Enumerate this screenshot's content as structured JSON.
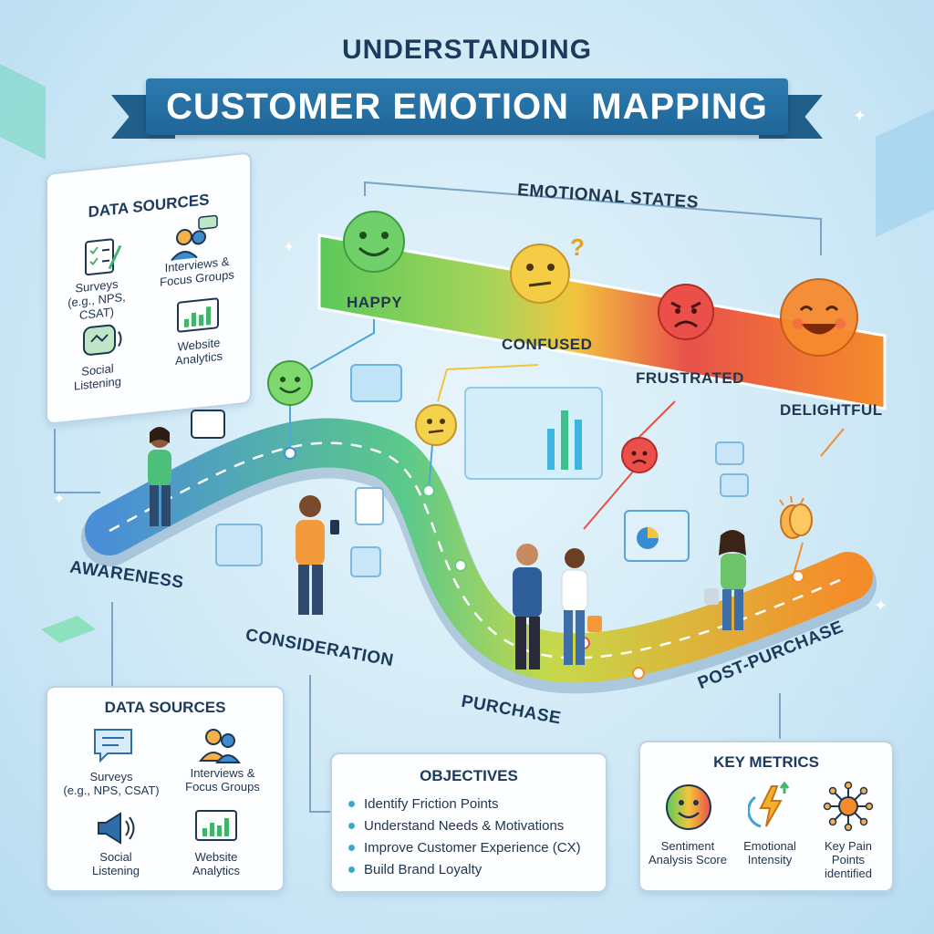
{
  "title": {
    "subtitle": "UNDERSTANDING",
    "main": "CUSTOMER EMOTION  MAPPING"
  },
  "emotional_states": {
    "heading": "EMOTIONAL STATES",
    "states": [
      "HAPPY",
      "CONFUSED",
      "FRUSTRATED",
      "DELIGHTFUL"
    ]
  },
  "data_sources_top": {
    "heading": "DATA SOURCES",
    "items": [
      {
        "label": "Surveys\n(e.g., NPS, CSAT)",
        "icon": "survey-clipboard-icon"
      },
      {
        "label": "Interviews &\nFocus Groups",
        "icon": "people-chat-icon"
      },
      {
        "label": "Social\nListening",
        "icon": "social-listening-icon"
      },
      {
        "label": "Website\nAnalytics",
        "icon": "analytics-chart-icon"
      }
    ]
  },
  "stages": [
    "AWARENESS",
    "CONSIDERATION",
    "PURCHASE",
    "POST-PURCHASE"
  ],
  "data_sources_bottom": {
    "heading": "DATA SOURCES",
    "items": [
      {
        "label": "Surveys\n(e.g., NPS, CSAT)",
        "icon": "chat-bubble-icon"
      },
      {
        "label": "Interviews &\nFocus Groups",
        "icon": "people-icon"
      },
      {
        "label": "Social\nListening",
        "icon": "megaphone-icon"
      },
      {
        "label": "Website\nAnalytics",
        "icon": "analytics-chart-icon"
      }
    ]
  },
  "objectives": {
    "heading": "OBJECTIVES",
    "items": [
      "Identify Friction Points",
      "Understand Needs & Motivations",
      "Improve Customer Experience (CX)",
      "Build Brand Loyalty"
    ]
  },
  "key_metrics": {
    "heading": "KEY METRICS",
    "items": [
      {
        "label": "Sentiment\nAnalysis Score",
        "icon": "sentiment-face-icon"
      },
      {
        "label": "Emotional\nIntensity",
        "icon": "lightning-icon"
      },
      {
        "label": "Key Pain\nPoints\nidentified",
        "icon": "network-node-icon"
      }
    ]
  },
  "colors": {
    "happy": "#5cc95a",
    "confused": "#f2c53d",
    "frustrated": "#e8514a",
    "delightful": "#f58c2a",
    "ribbon": "#1f6598"
  }
}
